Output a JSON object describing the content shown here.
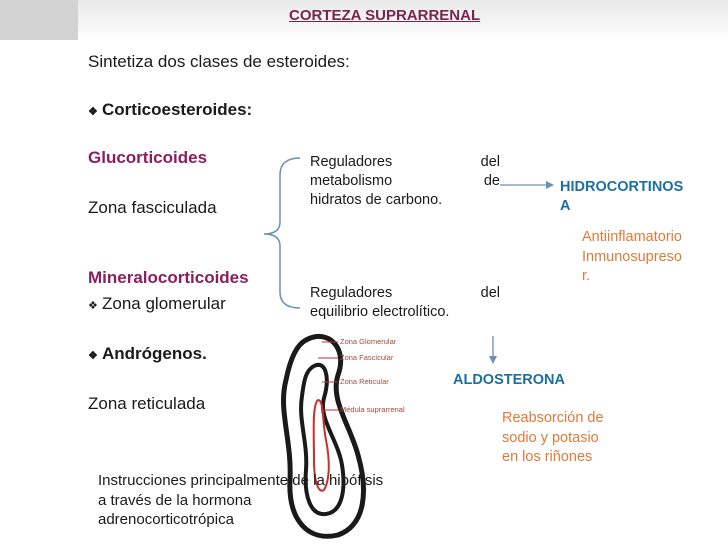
{
  "title": "CORTEZA SUPRARRENAL",
  "intro": "Sintetiza  dos clases de esteroides:",
  "bullets": {
    "corticoesteroides": "Corticoesteroides:",
    "androgenos": "Andrógenos.",
    "zona_glomerular": "Zona glomerular"
  },
  "left": {
    "glucorticoides": "Glucorticoides",
    "zona_fasciculada": "Zona fasciculada",
    "mineralocorticoides": "Mineralocorticoides",
    "zona_reticulada": "Zona reticulada"
  },
  "box1": {
    "line1_a": "Reguladores",
    "line1_b": "del",
    "line2_a": "metabolismo",
    "line2_b": "de",
    "line3": "hidratos de carbono."
  },
  "box2": {
    "line1_a": "Reguladores",
    "line1_b": "del",
    "line2": "equilibrio electrolítico."
  },
  "hidrocortisona": {
    "line1": "HIDROCORTINOS",
    "line2": "A"
  },
  "hidro_effects": {
    "line1": "Antiinflamatorio",
    "line2": "Inmunosupreso",
    "line3": "r."
  },
  "aldosterona": "ALDOSTERONA",
  "aldo_effects": {
    "line1": "Reabsorción de",
    "line2": "sodio y  potasio",
    "line3": "en los riñones"
  },
  "instructions": {
    "line1": "Instrucciones principalmente de la hipófisis",
    "line2": "a través de la hormona",
    "line3": "adrenocorticotrópica"
  },
  "diagram_labels": {
    "glomerular": "Zona Glomerular",
    "fascicular": "Zona Fascicular",
    "reticular": "Zona Reticular",
    "medula": "Médula suprarrenal"
  },
  "colors": {
    "title": "#7a2550",
    "heading_purple": "#8a1e5f",
    "hidrocortisona": "#1b6fa3",
    "effects": "#e07a39",
    "arrows": "#6b8fb5"
  }
}
